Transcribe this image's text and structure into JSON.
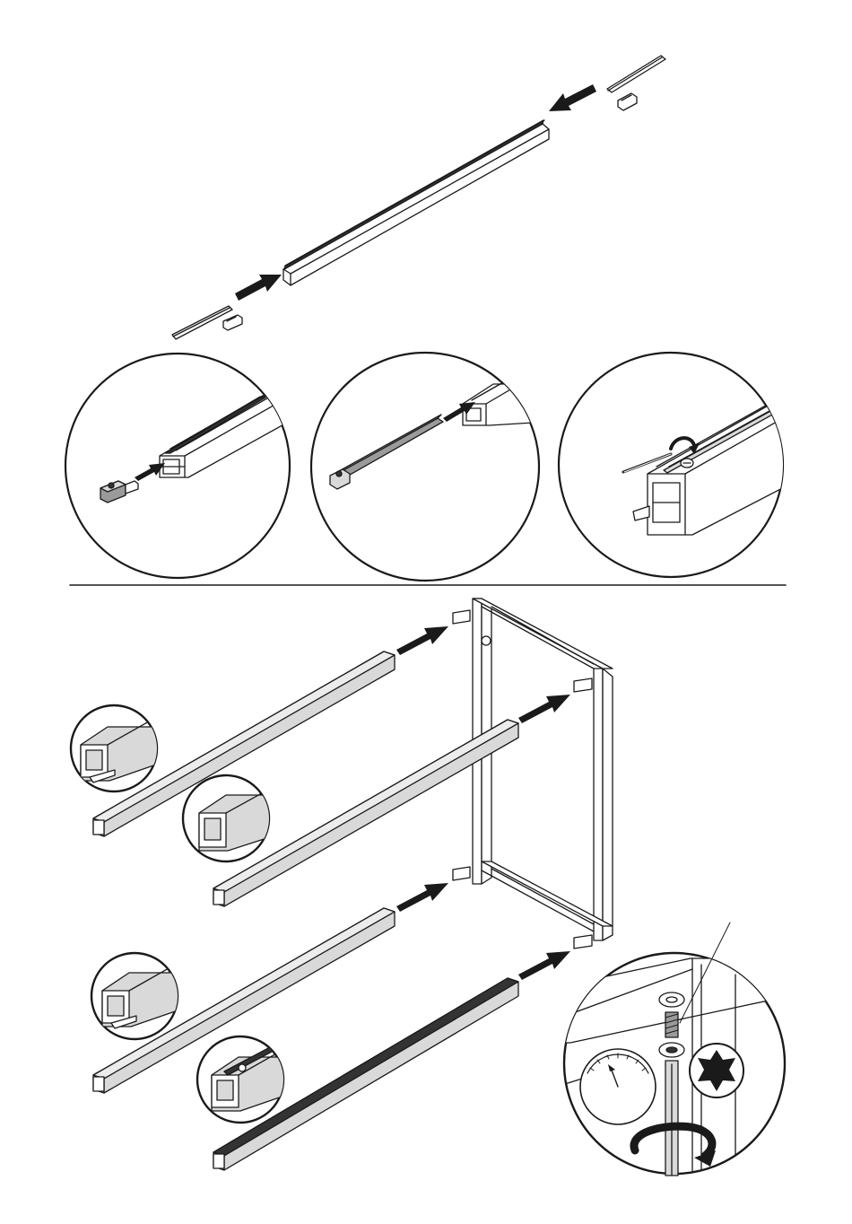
{
  "document": {
    "kind": "assembly-instruction-sheet",
    "steps": [
      {
        "id": "rail-end-inserts",
        "parts": [
          "long-rail",
          "left-insert-bar",
          "left-clip",
          "right-insert-bar",
          "right-clip"
        ],
        "details": [
          "clip-insert",
          "bar-insert",
          "bar-tighten-rotate"
        ]
      },
      {
        "id": "rails-to-frame",
        "parts": [
          "frame",
          "rail-1",
          "rail-2",
          "rail-3",
          "rail-4"
        ],
        "details": [
          "profile-1",
          "profile-2",
          "profile-3",
          "profile-4",
          "screw-detail"
        ]
      }
    ],
    "icons": [
      "arrow-icon",
      "torque-gauge-icon",
      "torx-icon",
      "rotate-icon"
    ]
  },
  "colors": {
    "line": "#1a1a1a",
    "fill_light": "#ffffff",
    "fill_grey": "#d9d9d9",
    "fill_mid": "#9a9a9a",
    "fill_dark": "#333333"
  }
}
